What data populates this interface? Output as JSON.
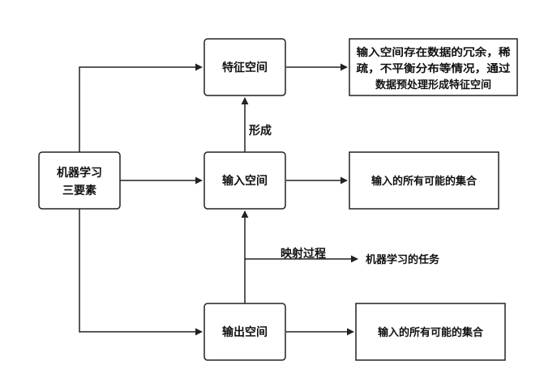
{
  "nodes": {
    "three_elements": {
      "lines": [
        "机器学习",
        "三要素"
      ]
    },
    "feature_space": {
      "label": "特征空间"
    },
    "input_space": {
      "label": "输入空间"
    },
    "output_space": {
      "label": "输出空间"
    },
    "feature_note": {
      "lines": [
        "输入空间存在数据的冗余，稀",
        "疏，不平衡分布等情况，通过",
        "数据预处理形成特征空间"
      ]
    },
    "input_note": {
      "label": "输入的所有可能的集合"
    },
    "output_note": {
      "label": "输入的所有可能的集合"
    },
    "task": {
      "label": "机器学习的任务"
    }
  },
  "edges": {
    "forms": {
      "label": "形成"
    },
    "mapping": {
      "label": "映射过程"
    }
  },
  "colors": {
    "stroke": "#222222",
    "fill": "#ffffff",
    "text": "#111111"
  }
}
